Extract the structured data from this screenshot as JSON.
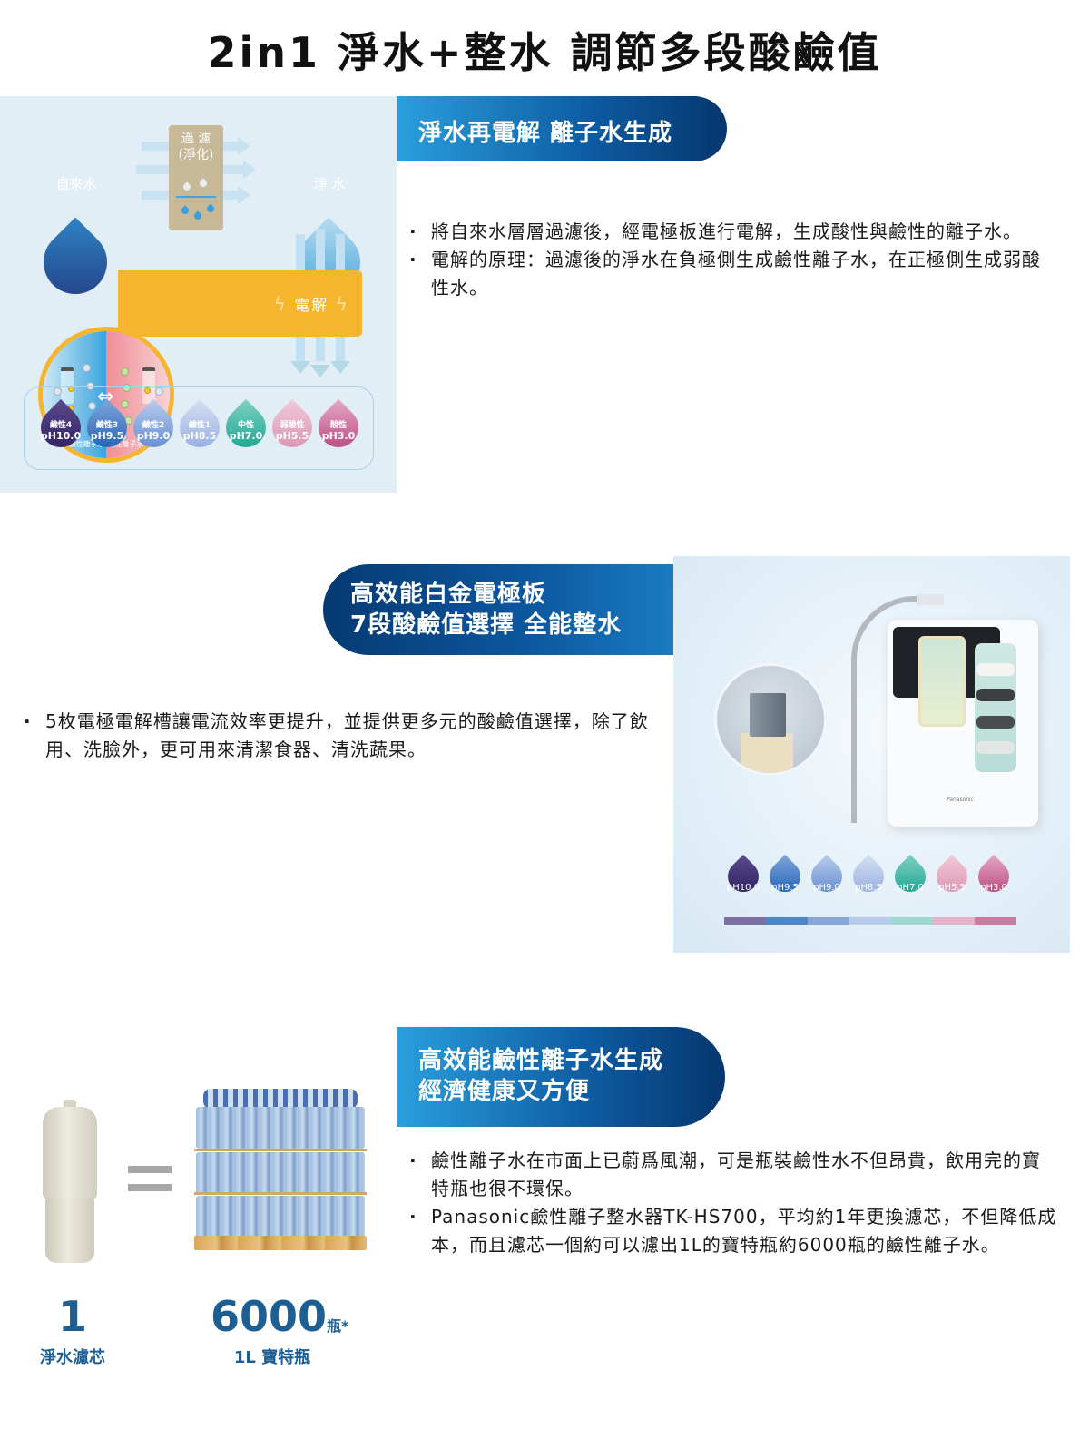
{
  "page": {
    "title": "2in1 淨水+整水 調節多段酸鹼值"
  },
  "section1": {
    "banner": "淨水再電解 離子水生成",
    "diagram": {
      "tap_water": "自來水",
      "filter_line1": "過 濾",
      "filter_line2": "(淨化)",
      "clean_water": "淨 水",
      "electrolysis": "電解",
      "alkaline_label": "鹼性離子水",
      "acidic_label": "酸性離子水",
      "ph_levels": [
        {
          "name": "鹼性4",
          "ph": "pH10.0",
          "color_a": "#5b4a8c",
          "color_b": "#2b1f5e"
        },
        {
          "name": "鹼性3",
          "ph": "pH9.5",
          "color_a": "#7fa6dc",
          "color_b": "#1a5bb0"
        },
        {
          "name": "鹼性2",
          "ph": "pH9.0",
          "color_a": "#b8cbeb",
          "color_b": "#5d86cf"
        },
        {
          "name": "鹼性1",
          "ph": "pH8.5",
          "color_a": "#d6e0f3",
          "color_b": "#8fa8de"
        },
        {
          "name": "中性",
          "ph": "pH7.0",
          "color_a": "#7fd1c2",
          "color_b": "#14a08e"
        },
        {
          "name": "弱酸性",
          "ph": "pH5.5",
          "color_a": "#f1c9d8",
          "color_b": "#d890b0"
        },
        {
          "name": "酸性",
          "ph": "pH3.0",
          "color_a": "#e6a8c2",
          "color_b": "#b5407c"
        }
      ]
    },
    "bullets": [
      "將自來水層層過濾後，經電極板進行電解，生成酸性與鹼性的離子水。",
      "電解的原理：過濾後的淨水在負極側生成鹼性離子水，在正極側生成弱酸性水。"
    ]
  },
  "section2": {
    "banner_line1": "高效能白金電極板",
    "banner_line2": "7段酸鹼值選擇 全能整水",
    "bullets": [
      "5枚電極電解槽讓電流效率更提升，並提供更多元的酸鹼值選擇，除了飲用、洗臉外，更可用來清潔食器、清洗蔬果。"
    ],
    "product": {
      "brand": "Panasonic",
      "ph_levels": [
        {
          "ph": "pH10.0",
          "color_a": "#5b4a8c",
          "color_b": "#2b1f5e",
          "bar": "#7f6ea3"
        },
        {
          "ph": "pH9.5",
          "color_a": "#7fa6dc",
          "color_b": "#1a5bb0",
          "bar": "#4a86c8"
        },
        {
          "ph": "pH9.0",
          "color_a": "#b8cbeb",
          "color_b": "#5d86cf",
          "bar": "#86a7da"
        },
        {
          "ph": "pH8.5",
          "color_a": "#d6e0f3",
          "color_b": "#8fa8de",
          "bar": "#b9cbea"
        },
        {
          "ph": "pH7.0",
          "color_a": "#7fd1c2",
          "color_b": "#14a08e",
          "bar": "#9ed8cf"
        },
        {
          "ph": "pH5.5",
          "color_a": "#f1c9d8",
          "color_b": "#d890b0",
          "bar": "#e4b3c9"
        },
        {
          "ph": "pH3.0",
          "color_a": "#e6a8c2",
          "color_b": "#b5407c",
          "bar": "#cc7aa0"
        }
      ]
    }
  },
  "section3": {
    "banner_line1": "高效能鹼性離子水生成",
    "banner_line2": "經濟健康又方便",
    "bullets": [
      "鹼性離子水在市面上已蔚爲風潮，可是瓶裝鹼性水不但昂貴，飲用完的寶特瓶也很不環保。",
      "Panasonic鹼性離子整水器TK-HS700，平均約1年更換濾芯，不但降低成本，而且濾芯一個約可以濾出1L的寶特瓶約6000瓶的鹼性離子水。"
    ],
    "comparison": {
      "left_number": "1",
      "left_caption": "淨水濾芯",
      "right_number": "6000",
      "right_unit": "瓶*",
      "right_caption": "1L 寶特瓶"
    }
  }
}
